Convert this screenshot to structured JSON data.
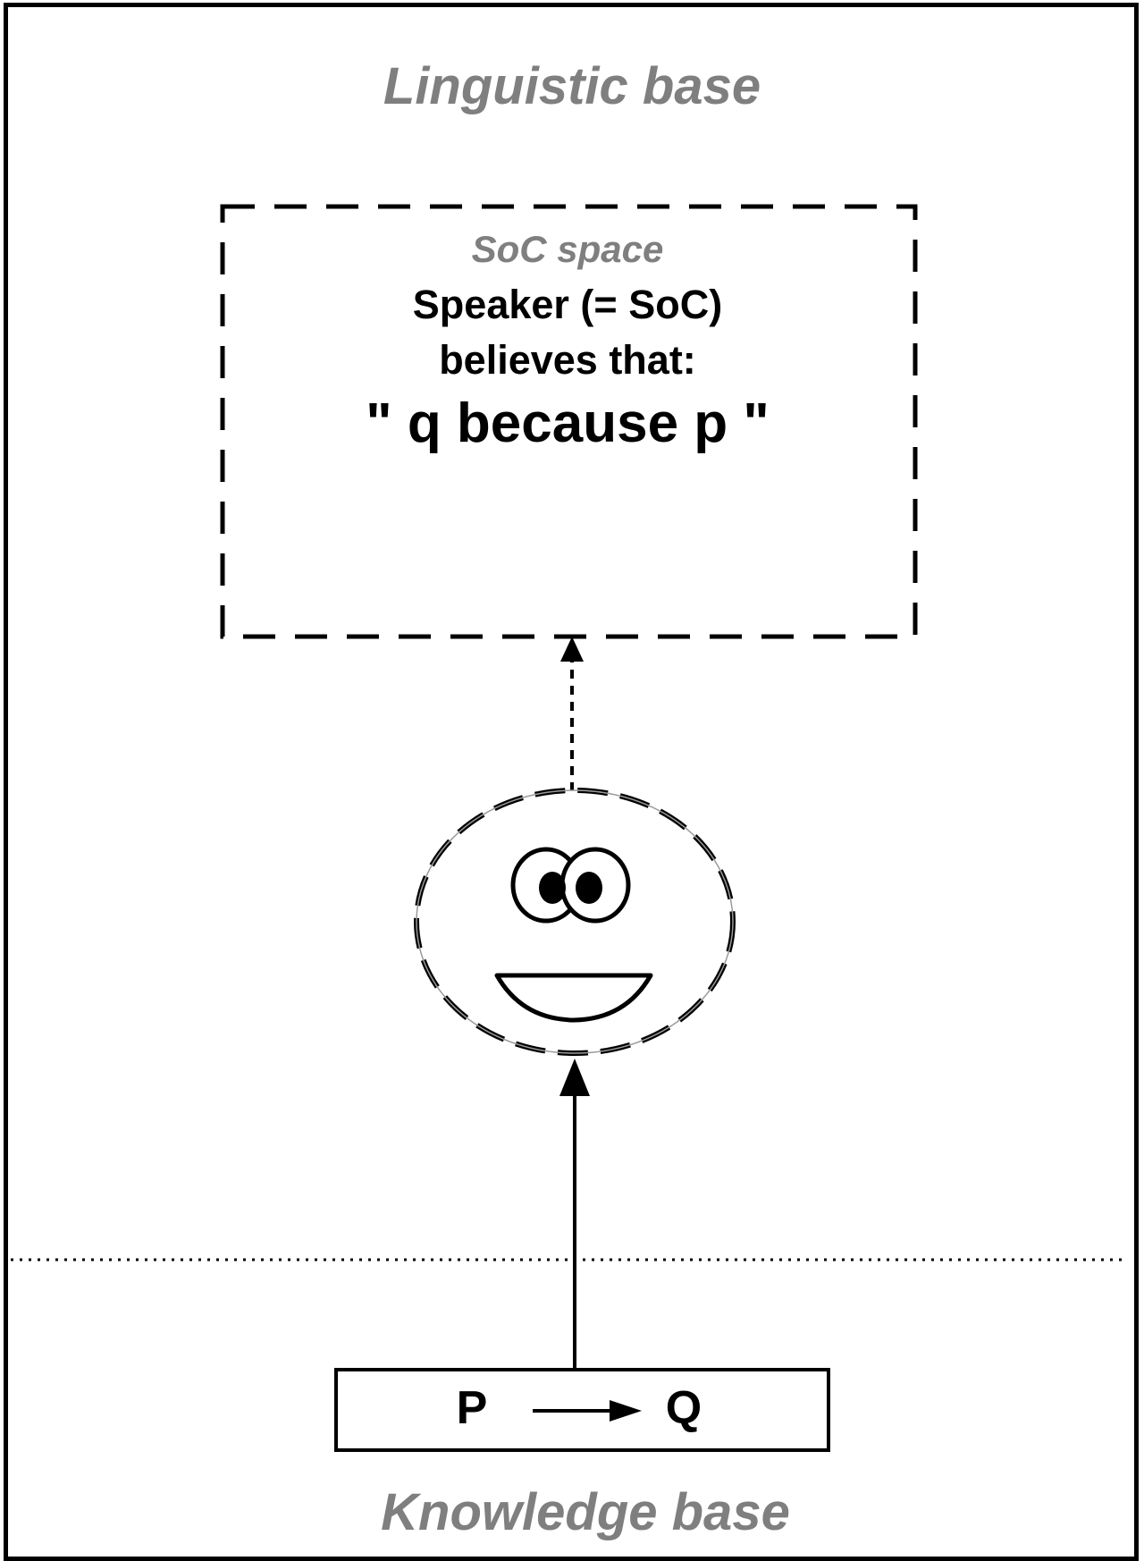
{
  "diagram": {
    "linguistic_base_label": "Linguistic base",
    "knowledge_base_label": "Knowledge base",
    "soc_space": {
      "title": "SoC space",
      "line1": "Speaker (= SoC)",
      "line2": "believes that:",
      "proposition": "\" q because p \""
    },
    "knowledge_relation": {
      "antecedent": "P",
      "consequent": "Q"
    }
  }
}
